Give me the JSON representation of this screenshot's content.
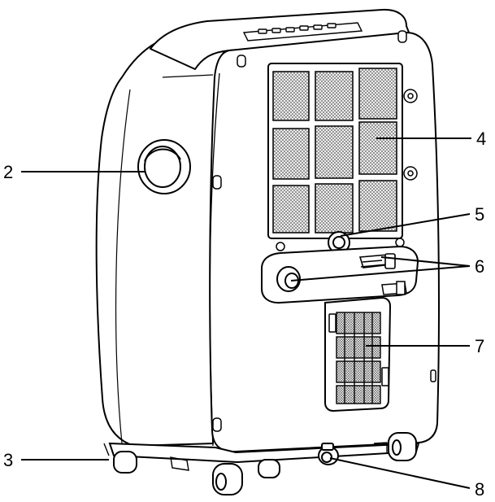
{
  "diagram": {
    "callouts": [
      {
        "id": "2",
        "label": "2"
      },
      {
        "id": "3",
        "label": "3"
      },
      {
        "id": "4",
        "label": "4"
      },
      {
        "id": "5",
        "label": "5"
      },
      {
        "id": "6",
        "label": "6"
      },
      {
        "id": "7",
        "label": "7"
      },
      {
        "id": "8",
        "label": "8"
      }
    ],
    "colors": {
      "line": "#000000",
      "background": "#ffffff",
      "body_shade": "#f4f4f4",
      "mesh": "#7a7a7a"
    },
    "icons": {
      "unit": "portable-air-conditioner-rear-view",
      "filter": "air-filter-grille",
      "wheel": "caster-wheel"
    }
  }
}
